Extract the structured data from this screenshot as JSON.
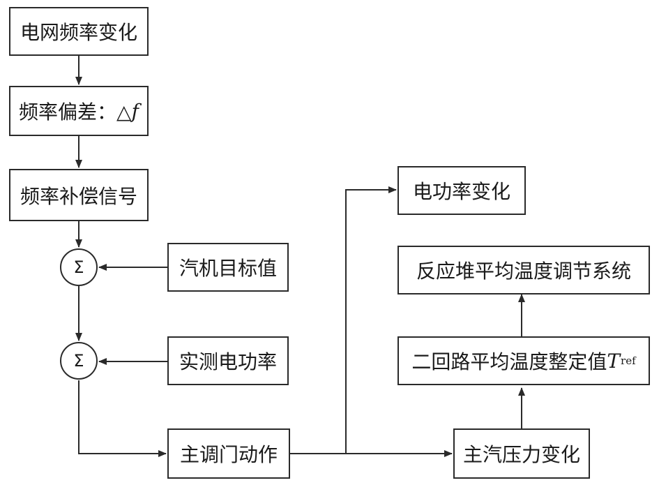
{
  "blocks": {
    "grid_freq_change": "电网频率变化",
    "freq_deviation": "频率偏差：△",
    "freq_deviation_symbol": "f",
    "freq_comp_signal": "频率补偿信号",
    "turbine_target": "汽机目标值",
    "measured_power": "实测电功率",
    "main_valve_action": "主调门动作",
    "elec_power_change": "电功率变化",
    "reactor_temp_control": "反应堆平均温度调节系统",
    "secondary_temp_setpoint": "二回路平均温度整定值",
    "setpoint_symbol": "T",
    "setpoint_subscript": "ref",
    "main_steam_pressure_change": "主汽压力变化"
  },
  "summing_junction_symbol": "Σ"
}
